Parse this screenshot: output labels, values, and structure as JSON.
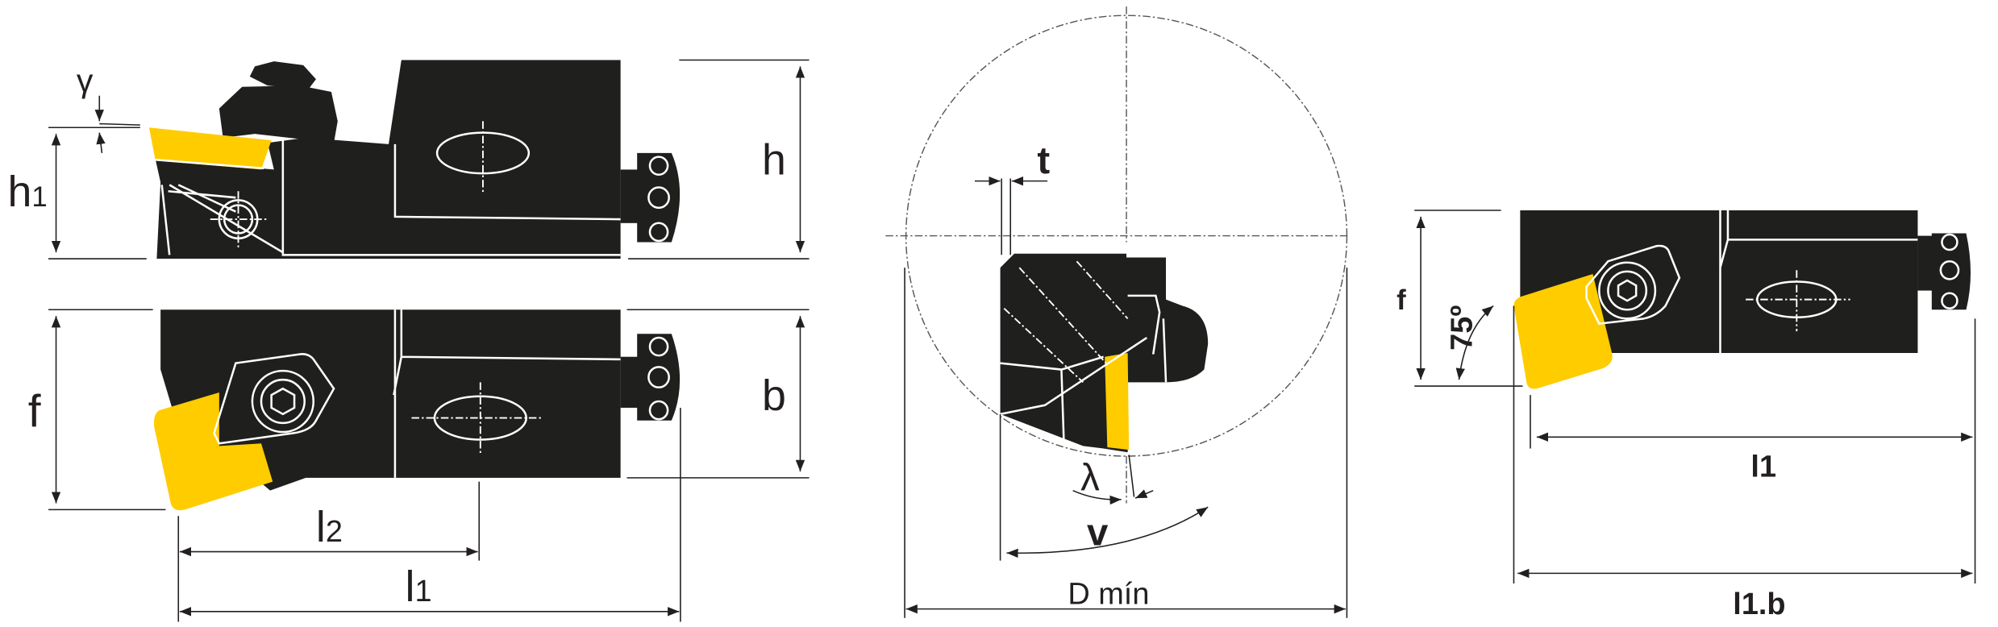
{
  "colors": {
    "body": "#1f1f1d",
    "insert": "#ffcc00",
    "line": "#231f20"
  },
  "side_view": {
    "labels": {
      "gamma": "γ",
      "h1": "h",
      "h1_sub": "1",
      "h": "h"
    }
  },
  "top_view": {
    "labels": {
      "f": "f",
      "b": "b",
      "l2": "l",
      "l2_sub": "2",
      "l1": "l",
      "l1_sub": "1"
    }
  },
  "bore_view": {
    "labels": {
      "t": "t",
      "lambda": "λ",
      "v": "v",
      "d_min": "D mín"
    }
  },
  "right_view": {
    "labels": {
      "f": "f",
      "angle": "75º",
      "l1": "l1",
      "l1b": "l1.b"
    }
  }
}
